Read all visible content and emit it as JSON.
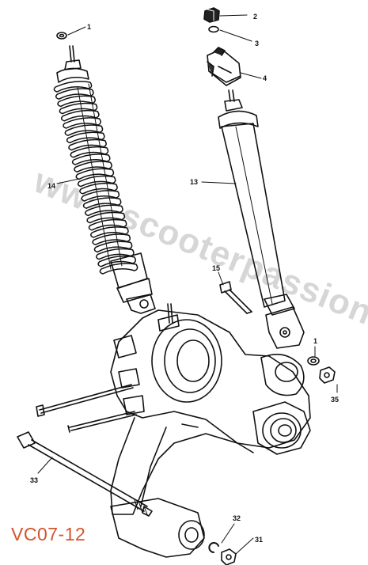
{
  "diagram": {
    "code": "VC07-12",
    "watermark": "www.scooterpassion.be",
    "callouts": {
      "c1a": "1",
      "c2": "2",
      "c3": "3",
      "c4": "4",
      "c13": "13",
      "c14": "14",
      "c15": "15",
      "c1b": "1",
      "c35": "35",
      "c33": "33",
      "c32": "32",
      "c31": "31"
    },
    "colors": {
      "code": "#d2552b",
      "line": "#111111",
      "watermark": "#d6d6d6"
    }
  }
}
